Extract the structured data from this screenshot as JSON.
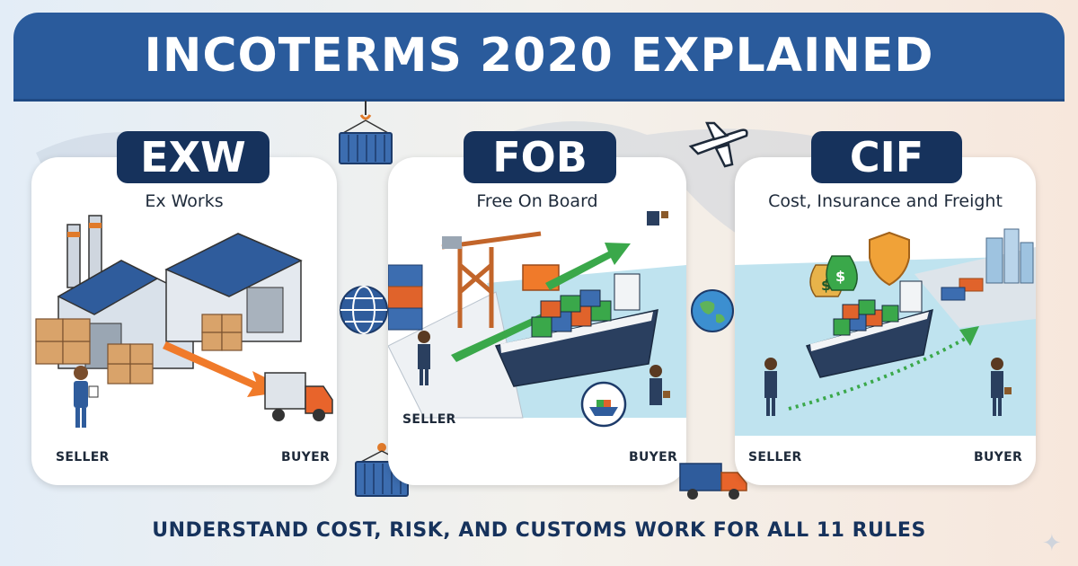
{
  "header": {
    "title": "INCOTERMS 2020 EXPLAINED"
  },
  "cards": [
    {
      "code": "EXW",
      "name": "Ex Works",
      "left_label": "SELLER",
      "right_label": "BUYER"
    },
    {
      "code": "FOB",
      "name": "Free On Board",
      "left_label": "SELLER",
      "right_label": "BUYER"
    },
    {
      "code": "CIF",
      "name": "Cost, Insurance and Freight",
      "left_label": "SELLER",
      "right_label": "BUYER"
    }
  ],
  "footer": {
    "tagline": "UNDERSTAND COST, RISK, AND CUSTOMS WORK FOR ALL 11 RULES"
  },
  "colors": {
    "header": "#2a5b9c",
    "badge": "#16325c",
    "arrow_orange": "#f07a2a",
    "arrow_green": "#3aa84a",
    "water": "#bfe3ef"
  },
  "icons": [
    "factory-icon",
    "warehouse-icon",
    "truck-icon",
    "crane-icon",
    "container-ship-icon",
    "globe-icon",
    "airplane-icon",
    "money-bag-icon",
    "shield-icon",
    "city-icon"
  ]
}
